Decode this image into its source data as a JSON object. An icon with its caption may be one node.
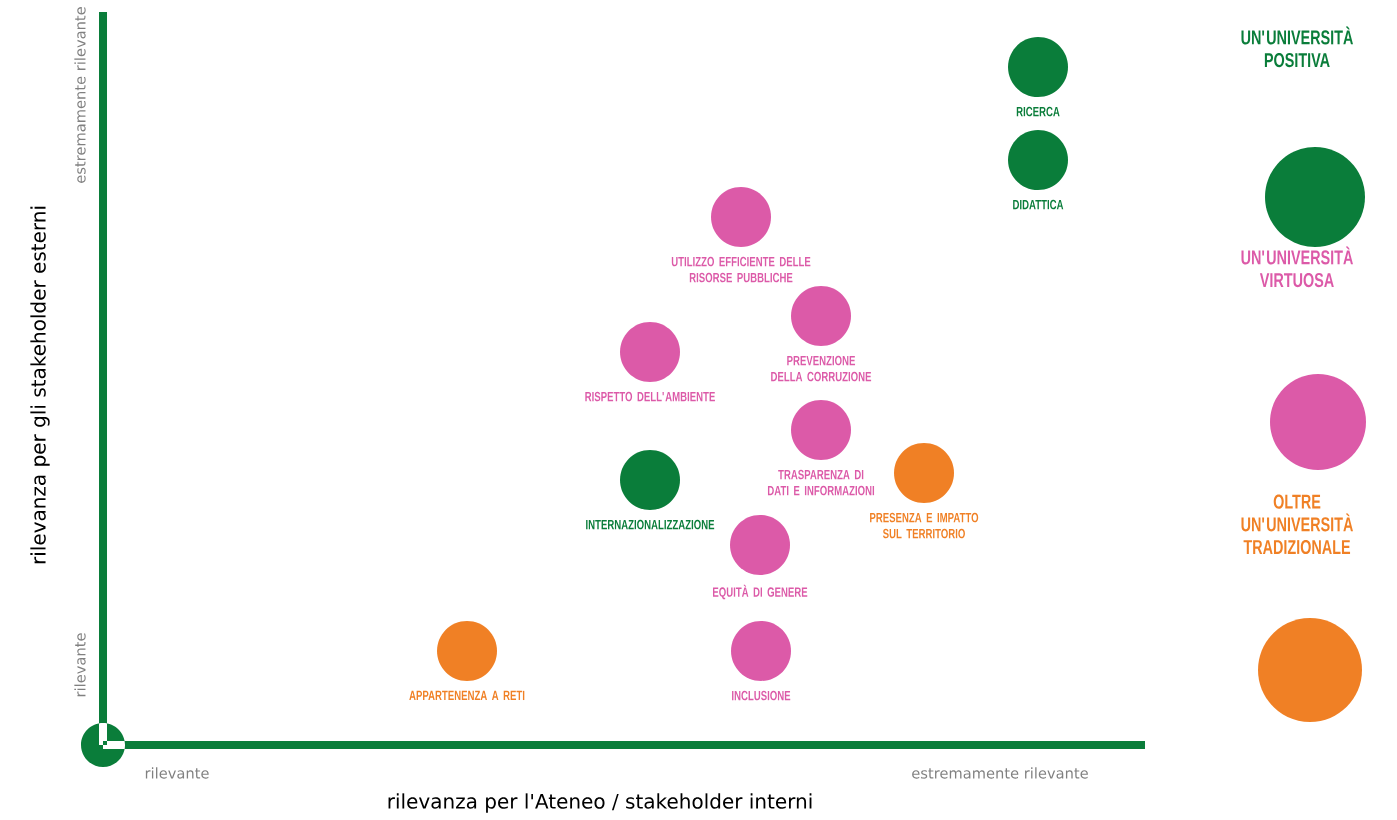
{
  "diagram": {
    "nodes": [
      {
        "text": [
          "RICERCA"
        ]
      },
      {
        "text": [
          "DIDATTICA"
        ]
      },
      {
        "text": [
          "UTILIZZO EFFICIENTE DELLE RISORSE PUBBLICHE"
        ]
      },
      {
        "text": [
          "PREVENZIONE DELLA CORRUZIONE"
        ]
      },
      {
        "text": [
          "RISPETTO DELL'AMBIENTE"
        ]
      },
      {
        "text": [
          "TRASPARENZA DI DATI E INFORMAZIONI"
        ]
      },
      {
        "text": [
          "PRESENZA E IMPATTO SUL TERRITORIO"
        ]
      },
      {
        "text": [
          "INTERNAZIONALIZZAZIONE"
        ]
      },
      {
        "text": [
          "EQUITÀ DI GENERE"
        ]
      },
      {
        "text": [
          "APPARTENENZA A RETI"
        ]
      },
      {
        "text": [
          "INCLUSIONE"
        ]
      }
    ],
    "labels": [
      "estremamente rilevante",
      "rilevante",
      "rilevanza per gli stakeholder esterni",
      "rilevante",
      "estremamente rilevante",
      "rilevanza per l'Ateneo / stakeholder interni"
    ],
    "legend": [
      {
        "text": "UN'UNIVERSITÀ POSITIVA",
        "color": "#0a7d3a"
      },
      {
        "text": "UN'UNIVERSITÀ VIRTUOSA",
        "color": "#dc5aa8"
      },
      {
        "text": "OLTRE UN'UNIVERSITÀ TRADIZIONALE",
        "color": "#f08025"
      }
    ]
  }
}
